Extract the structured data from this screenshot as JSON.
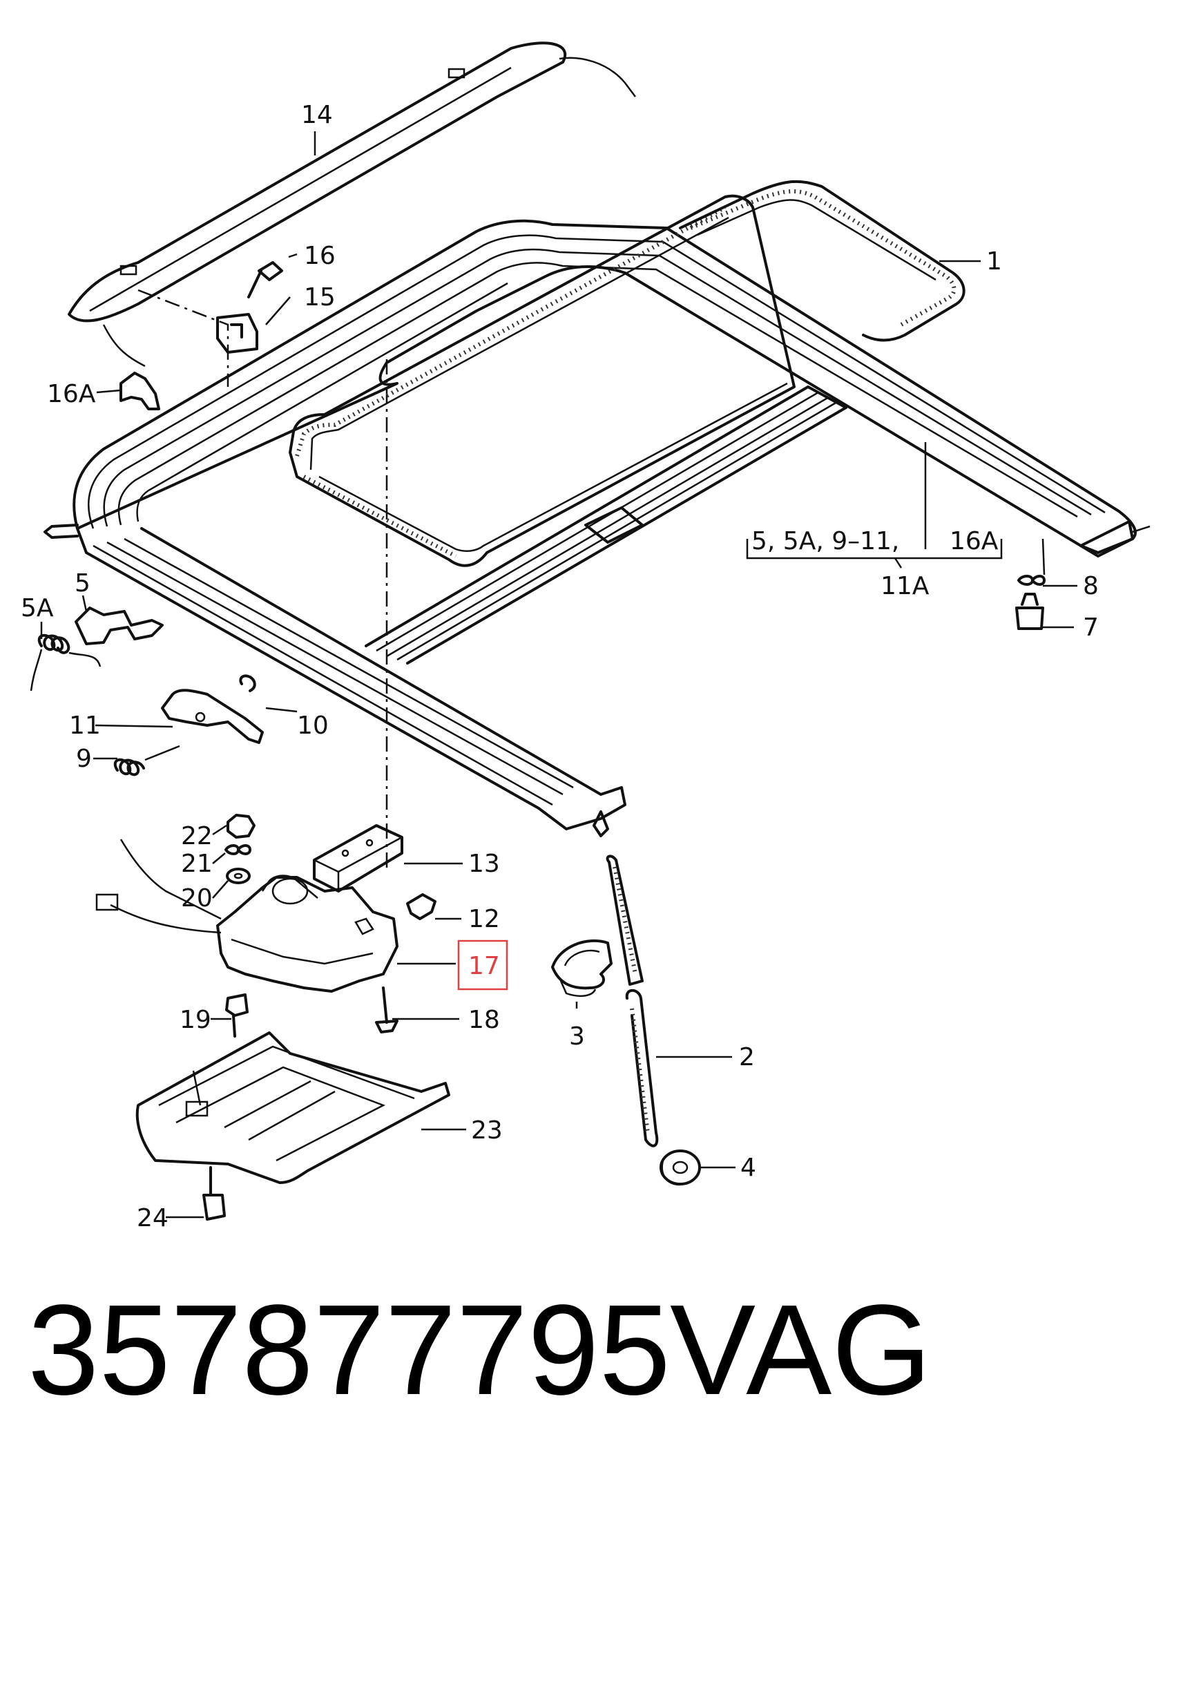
{
  "callouts": {
    "c14": "14",
    "c16": "16",
    "c15": "15",
    "c16a": "16A",
    "c1": "1",
    "c5": "5",
    "c5a": "5A",
    "c11": "11",
    "c10": "10",
    "c9": "9",
    "group_top": "5, 5A, 9–11,",
    "group_top_right": "16A",
    "group_bottom": "11A",
    "c8": "8",
    "c7": "7",
    "c22": "22",
    "c21": "21",
    "c20": "20",
    "c13": "13",
    "c12": "12",
    "c17": "17",
    "c19": "19",
    "c18": "18",
    "c3": "3",
    "c2": "2",
    "c4": "4",
    "c23": "23",
    "c24": "24"
  },
  "highlight_color": "#e04040",
  "footer": {
    "part_number": "357877795",
    "brand": "VAG"
  }
}
